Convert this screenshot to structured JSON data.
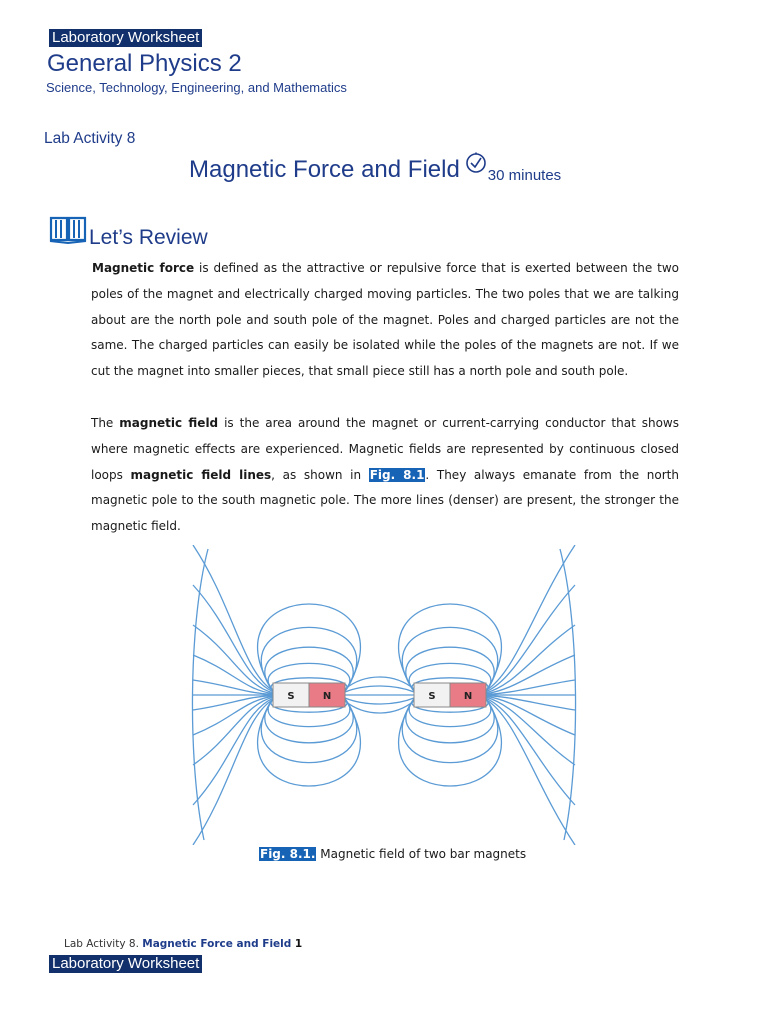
{
  "header": {
    "tag": "Laboratory Worksheet",
    "title": "General Physics 2",
    "subtitle": "Science, Technology, Engineering, and Mathematics"
  },
  "lab_activity": "Lab Activity 8",
  "activity": {
    "title": "Magnetic Force and Field",
    "duration": "30 minutes",
    "clock_icon": "clock-check-icon"
  },
  "section": {
    "heading": "Let’s Review",
    "icon": "open-book-icon"
  },
  "para1": {
    "term": "Magnetic force",
    "text": " is defined as the attractive or repulsive force that is exerted between the two poles of the magnet and electrically charged moving particles. The two poles that we are talking about are the north pole and south pole of the magnet. Poles and charged particles are not the same. The charged particles can easily be isolated while the poles of the magnets are not. If we cut the magnet into smaller pieces, that small piece still has a north pole and south pole."
  },
  "para2": {
    "lead": "The ",
    "term1": "magnetic field",
    "mid1": " is the area around the magnet or current-carrying conductor that shows where magnetic effects are experienced. Magnetic fields are represented by continuous closed loops ",
    "term2": "magnetic field lines",
    "mid2": ", as shown in ",
    "ref": "Fig. 8.1",
    "tail": ". They always emanate from the north magnetic pole to the south magnetic pole. The more lines (denser) are present, the stronger the magnetic field."
  },
  "figure": {
    "magnets": [
      {
        "s": "S",
        "n": "N"
      },
      {
        "s": "S",
        "n": "N"
      }
    ],
    "line_color": "#5b9bd5",
    "north_color": "#e87b86",
    "south_color": "#f2f2f2",
    "caption_label": "Fig. 8.1.",
    "caption_text": " Magnetic field of two bar magnets"
  },
  "footer": {
    "prefix": "Lab Activity 8. ",
    "title": "Magnetic Force and Field",
    "page": " 1",
    "tag": "Laboratory Worksheet"
  }
}
